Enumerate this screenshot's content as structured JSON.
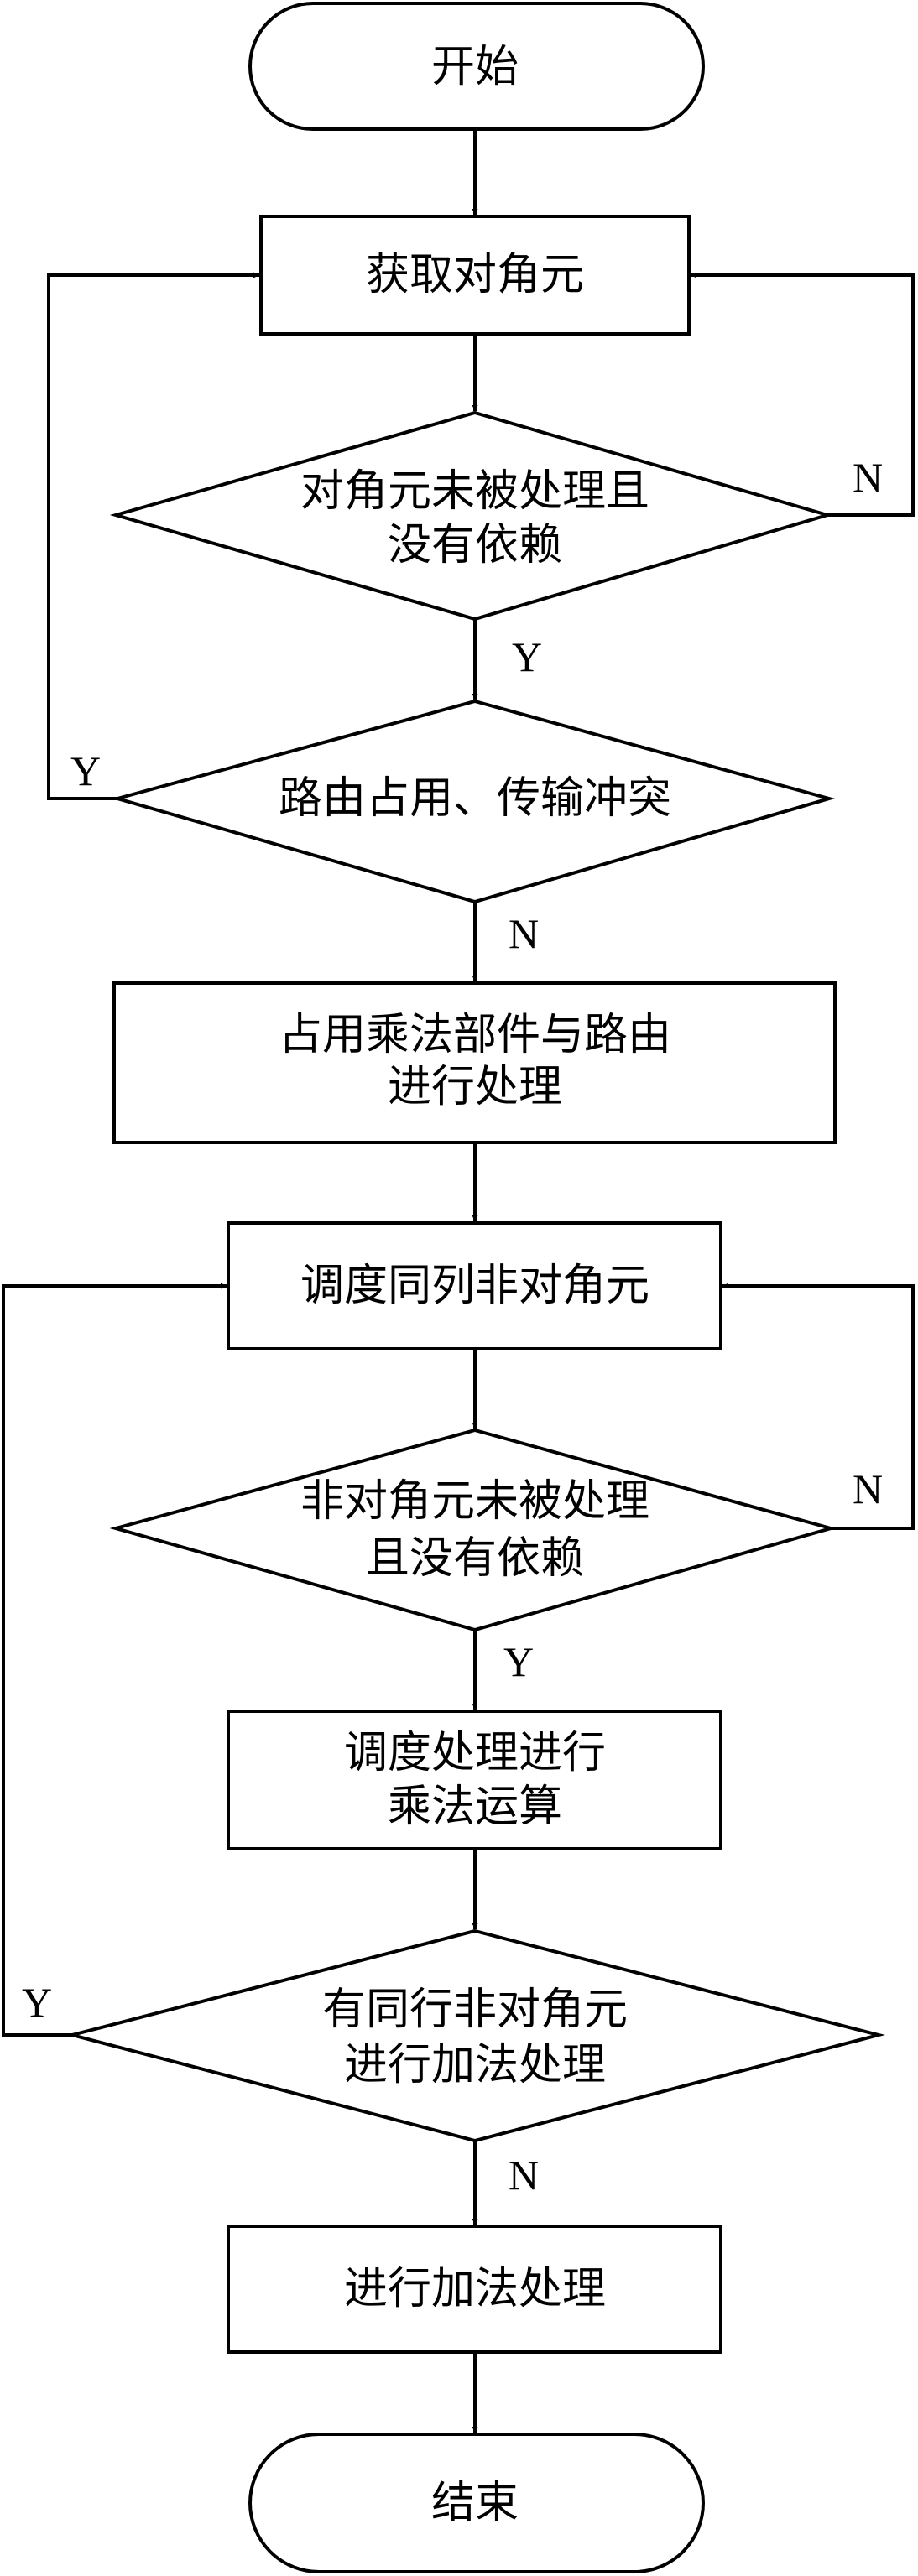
{
  "nodes": {
    "start": "开始",
    "get_diag": "获取对角元",
    "dec_diag": [
      "对角元未被处理且",
      "没有依赖"
    ],
    "dec_route": "路由占用、传输冲突",
    "occupy": [
      "占用乘法部件与路由",
      "进行处理"
    ],
    "sched_offdiag": "调度同列非对角元",
    "dec_offdiag": [
      "非对角元未被处理",
      "且没有依赖"
    ],
    "sched_mul": [
      "调度处理进行",
      "乘法运算"
    ],
    "dec_row": [
      "有同行非对角元",
      "进行加法处理"
    ],
    "do_add": "进行加法处理",
    "end": "结束"
  },
  "edges": {
    "diag_no": "N",
    "diag_yes": "Y",
    "route_yes": "Y",
    "route_no": "N",
    "offdiag_no": "N",
    "offdiag_yes": "Y",
    "row_yes": "Y",
    "row_no": "N"
  }
}
